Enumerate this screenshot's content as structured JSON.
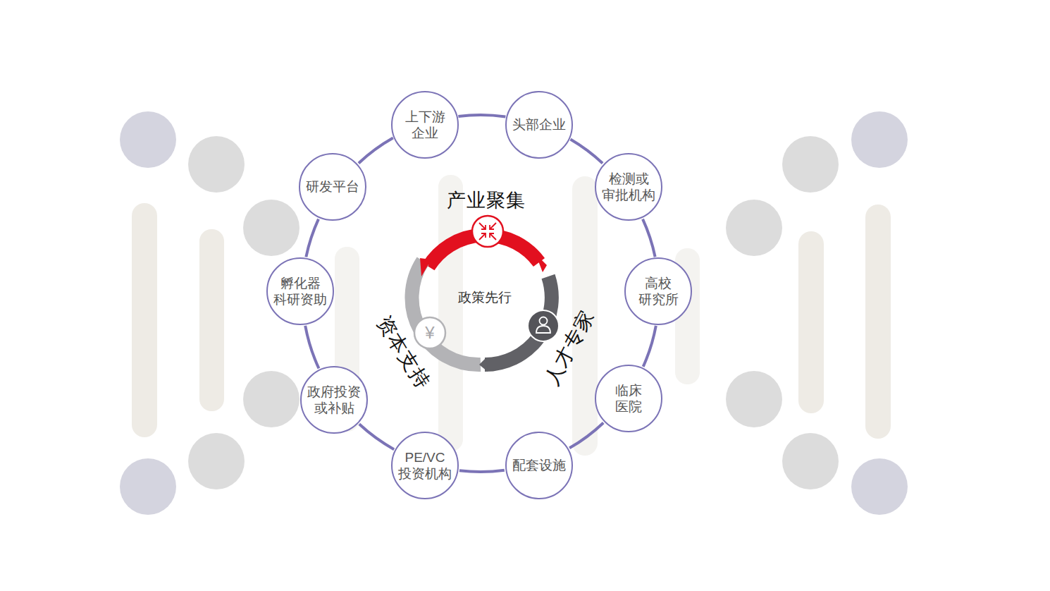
{
  "diagram": {
    "nodes": [
      {
        "text": [
          "上下游 企业"
        ]
      },
      {
        "text": [
          "头部企业"
        ]
      },
      {
        "text": [
          "检测或 审批机构"
        ]
      },
      {
        "text": [
          "高校 研究所"
        ]
      },
      {
        "text": [
          "临床 医院"
        ]
      },
      {
        "text": [
          "配套设施"
        ]
      },
      {
        "text": [
          "PE/VC 投资机构"
        ]
      },
      {
        "text": [
          "政府投资 或补贴"
        ]
      },
      {
        "text": [
          "孵化器 科研资助"
        ]
      },
      {
        "text": [
          "研发平台"
        ]
      },
      {
        "text": [
          "政策先行"
        ]
      }
    ],
    "edges": [
      {
        "from": 0,
        "to": 1,
        "arrow": "none"
      },
      {
        "from": 1,
        "to": 2,
        "arrow": "none"
      },
      {
        "from": 2,
        "to": 3,
        "arrow": "none"
      },
      {
        "from": 3,
        "to": 4,
        "arrow": "none"
      },
      {
        "from": 4,
        "to": 5,
        "arrow": "none"
      },
      {
        "from": 5,
        "to": 6,
        "arrow": "none"
      },
      {
        "from": 6,
        "to": 7,
        "arrow": "none"
      },
      {
        "from": 7,
        "to": 8,
        "arrow": "none"
      },
      {
        "from": 8,
        "to": 9,
        "arrow": "none"
      },
      {
        "from": 9,
        "to": 0,
        "arrow": "none"
      }
    ],
    "labels": [
      "产业聚集",
      "人才专家",
      "资本支持",
      "¥"
    ]
  }
}
